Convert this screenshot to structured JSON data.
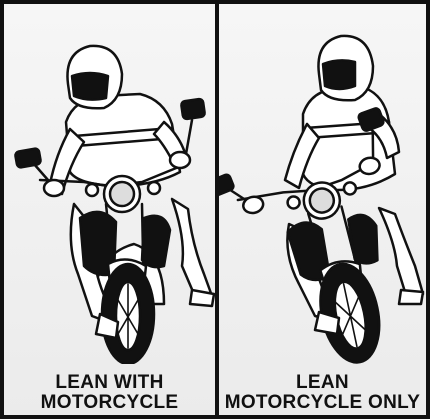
{
  "colors": {
    "ink": "#111111",
    "paper": "#ffffff",
    "panel_bg": "#efefef"
  },
  "panels": [
    {
      "id": "lean-with",
      "illustration": "rider-leaning-with-motorcycle",
      "caption_line1": "LEAN WITH",
      "caption_line2": "MOTORCYCLE"
    },
    {
      "id": "lean-only",
      "illustration": "motorcycle-leaning-rider-upright",
      "caption_line1": "LEAN",
      "caption_line2": "MOTORCYCLE ONLY"
    }
  ]
}
